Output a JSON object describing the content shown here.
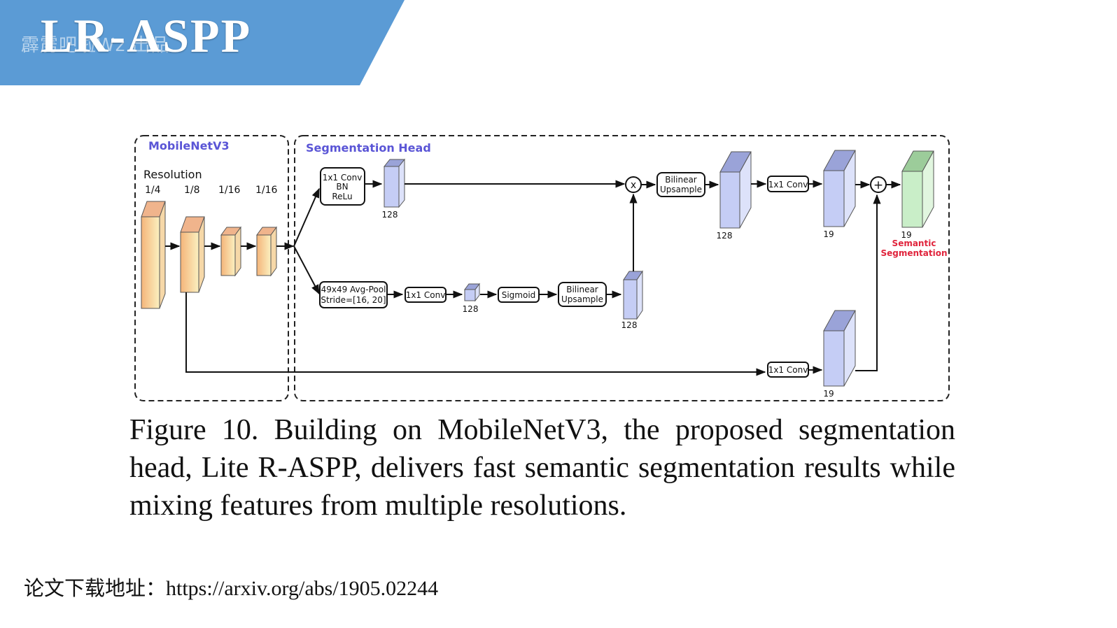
{
  "slide": {
    "title": "LR-ASPP",
    "watermark": "霹雳吧啦Wz 出品",
    "banner_color": "#5b9bd5"
  },
  "diagram": {
    "backbone_label": "MobileNetV3",
    "head_label": "Segmentation Head",
    "resolution_label": "Resolution",
    "resolutions": [
      "1/4",
      "1/8",
      "1/16",
      "1/16"
    ],
    "top_branch": {
      "conv_lines": [
        "1x1 Conv",
        "BN",
        "ReLu"
      ],
      "channels": "128"
    },
    "bottom_branch": {
      "pool_lines": [
        "49x49 Avg-Pool",
        "Stride=[16, 20]"
      ],
      "conv": "1x1 Conv",
      "channels": "128",
      "sigmoid": "Sigmoid",
      "upsample_lines": [
        "Bilinear",
        "Upsample"
      ],
      "out_channels": "128"
    },
    "multiply_symbol": "x",
    "add_symbol": "+",
    "merge": {
      "upsample_lines": [
        "Bilinear",
        "Upsample"
      ],
      "channels": "128",
      "conv": "1x1 Conv",
      "out_channels": "19"
    },
    "skip": {
      "conv": "1x1 Conv",
      "channels": "19"
    },
    "output": {
      "channels": "19",
      "label_lines": [
        "Semantic",
        "Segmentation"
      ]
    },
    "colors": {
      "label_blue": "#5a55d6",
      "output_red": "#e0243c",
      "feature_orange": "#f6c58f",
      "feature_blue": "#c5cdf5",
      "feature_green": "#c9eec8"
    }
  },
  "caption": "Figure 10. Building on MobileNetV3, the proposed segmentation head, Lite R-ASPP, delivers fast semantic segmentation results while mixing features from multiple resolutions.",
  "footer": {
    "label": "论文下载地址：",
    "url": "https://arxiv.org/abs/1905.02244"
  }
}
